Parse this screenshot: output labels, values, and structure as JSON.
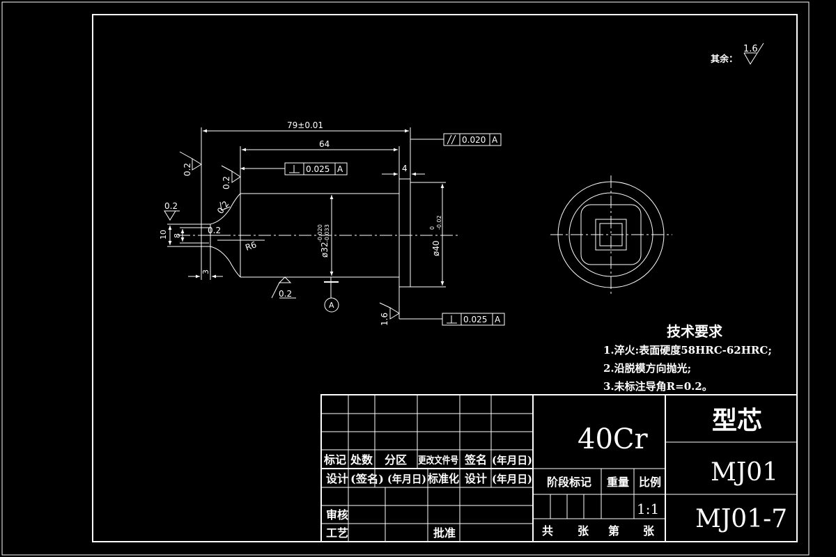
{
  "surface_note": {
    "label": "其余：",
    "value": "1.6"
  },
  "dims": {
    "overall": "79±0.01",
    "body": "64",
    "flange": "4",
    "d10": "10",
    "d8": "8",
    "len3": "3",
    "radius": "R6",
    "dia32_base": "ø32",
    "dia32_tol_up": "-0.020",
    "dia32_tol_dn": "-0.033",
    "dia40_base": "ø40",
    "dia40_tol_up": "0",
    "dia40_tol_dn": "-0.02"
  },
  "roughness": {
    "r1": "0.2",
    "r2": "0.2",
    "r3": "0.2",
    "r4": "0.2",
    "r5": "0.2",
    "r6": "0.2",
    "r7": "1.6"
  },
  "tolerances": {
    "parallel": {
      "value": "0.020",
      "datum": "A"
    },
    "perp_top": {
      "value": "0.025",
      "datum": "A"
    },
    "perp_bottom": {
      "value": "0.025",
      "datum": "A"
    },
    "datum_label": "A"
  },
  "tech_requirements": {
    "title": "技术要求",
    "items": [
      "1.淬火:表面硬度58HRC-62HRC;",
      "2.沿脱模方向抛光;",
      "3.未标注导角R=0.2。"
    ]
  },
  "title_block": {
    "material": "40Cr",
    "part_name": "型芯",
    "drawing_code": "MJ01",
    "drawing_number": "MJ01-7",
    "rev_headers": [
      "标记",
      "处数",
      "分区",
      "更改文件号",
      "签名",
      "(年月日)"
    ],
    "design_row": [
      "设计",
      "(签名)",
      "(年月日)",
      "标准化",
      "设计",
      "(年月日)"
    ],
    "review": "审核",
    "process": "工艺",
    "approve": "批准",
    "stage_mark": "阶段标记",
    "weight": "重量",
    "scale_label": "比例",
    "scale_value": "1:1",
    "total": "共",
    "sheet": "张",
    "page": "第",
    "sheet2": "张"
  }
}
